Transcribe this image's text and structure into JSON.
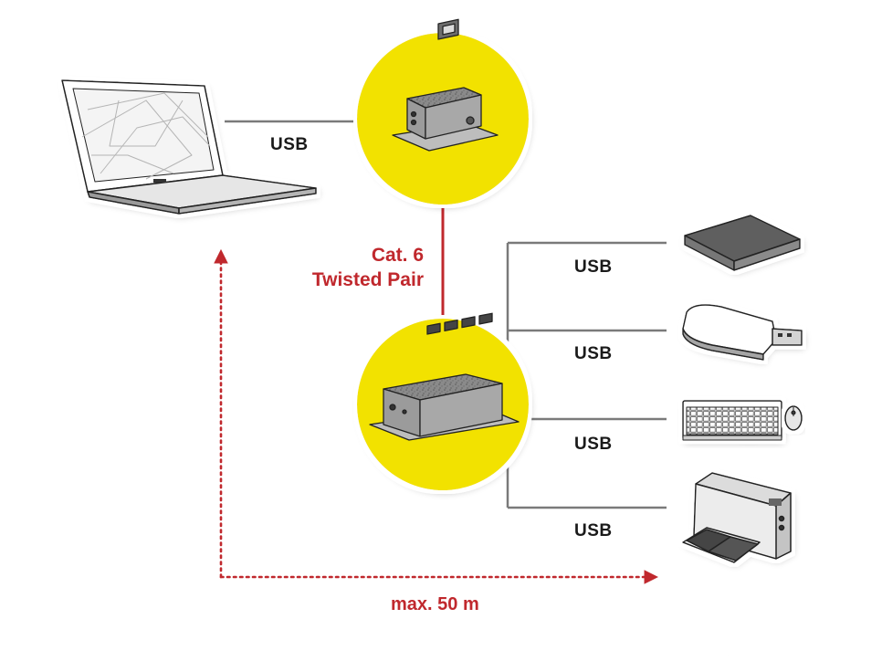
{
  "labels": {
    "usb_host": "USB",
    "usb_device_1": "USB",
    "usb_device_2": "USB",
    "usb_device_3": "USB",
    "usb_device_4": "USB",
    "cable_line1": "Cat. 6",
    "cable_line2": "Twisted Pair",
    "distance": "max. 50 m"
  },
  "colors": {
    "circle": "#f2e200",
    "cable": "#c0282d",
    "line": "#7a7a7a",
    "arrow": "#c0282d",
    "text": "#1a1a1a"
  }
}
